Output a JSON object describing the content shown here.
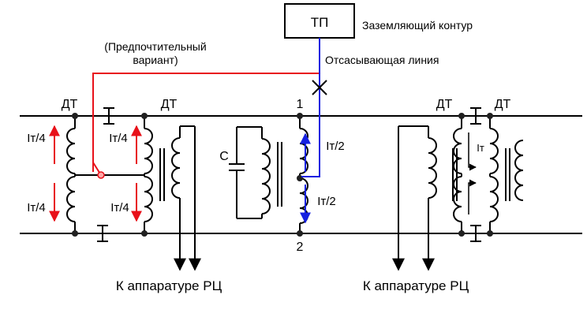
{
  "colors": {
    "line": "#000000",
    "red": "#e8111a",
    "blue": "#1520e0",
    "fill_dark": "#202020",
    "point_red_fill": "#ffa8a8"
  },
  "labels": {
    "tp": "ТП",
    "grounding": "Заземляющий контур",
    "suction_line": "Отсасывающая линия",
    "preferred_line1": "(Предпочтительный",
    "preferred_line2": "вариант)",
    "dt_1": "ДТ",
    "dt_2": "ДТ",
    "dt_3": "ДТ",
    "dt_4": "ДТ",
    "node_1": "1",
    "node_2": "2",
    "capacitor": "С",
    "it4_upper_left": "Iт/4",
    "it4_upper_right": "Iт/4",
    "it4_lower_left": "Iт/4",
    "it4_lower_right": "Iт/4",
    "it2_upper": "Iт/2",
    "it2_lower": "Iт/2",
    "it": "Iт",
    "to_rc_left": "К аппаратуре РЦ",
    "to_rc_right": "К аппаратуре РЦ"
  }
}
